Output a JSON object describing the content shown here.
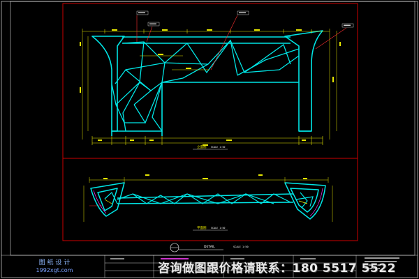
{
  "colors": {
    "frame": "#cc0000",
    "frame_inner": "#ffffff",
    "structure": "#00e5e5",
    "dimension": "#e6e600",
    "leader": "#ff3030",
    "accent_magenta": "#ff33ff",
    "background": "#000000"
  },
  "elevation_view": {
    "caption": "立面图",
    "scale": "SCALE 1:50"
  },
  "plan_view": {
    "caption": "平面图",
    "scale": "SCALE 1:50"
  },
  "detail_marker": {
    "label": "DETAIL",
    "scale": "SCALE 1:50"
  },
  "logo": {
    "line1": "图 纸 设 计",
    "line2": "1992xgt.com"
  },
  "watermark": "咨询做图跟价格请联系：180 5517 5522"
}
